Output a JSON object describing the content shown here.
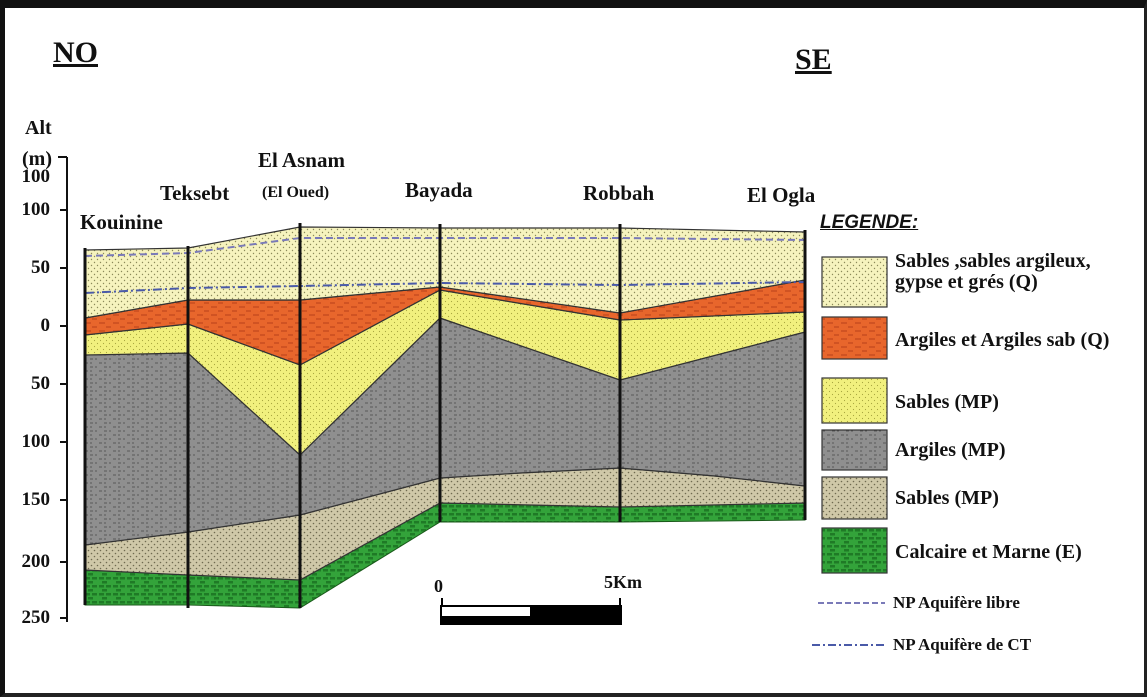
{
  "directions": {
    "west": "NO",
    "east": "SE"
  },
  "axis": {
    "label_line1": "Alt",
    "label_line2": "(m)",
    "ticks": [
      "100",
      "50",
      "0",
      "50",
      "100",
      "150",
      "200",
      "250"
    ]
  },
  "localities": {
    "kouinine": "Kouinine",
    "teksebt": "Teksebt",
    "el_asnam": "El Asnam",
    "el_oued": "(El Oued)",
    "bayada": "Bayada",
    "robbah": "Robbah",
    "el_ogla": "El Ogla"
  },
  "scale_bar": {
    "start": "0",
    "end": "5Km"
  },
  "legend": {
    "title": "LEGENDE:",
    "items": [
      {
        "label": "Sables ,sables argileux, gypse et grés (Q)",
        "color": "#f4f1b5"
      },
      {
        "label": "Argiles et Argiles sab (Q)",
        "color": "#e8662c"
      },
      {
        "label": "Sables (MP)",
        "color": "#f0f07a"
      },
      {
        "label": "Argiles (MP)",
        "color": "#8e8e8e"
      },
      {
        "label": "Sables (MP)",
        "color": "#cdc6a6"
      },
      {
        "label": "Calcaire et Marne (E)",
        "color": "#34a83a"
      }
    ],
    "lines": [
      {
        "label": "NP Aquifère libre",
        "color": "#7a7ab8"
      },
      {
        "label": "NP Aquifère de CT",
        "color": "#4a5aa8"
      }
    ]
  }
}
